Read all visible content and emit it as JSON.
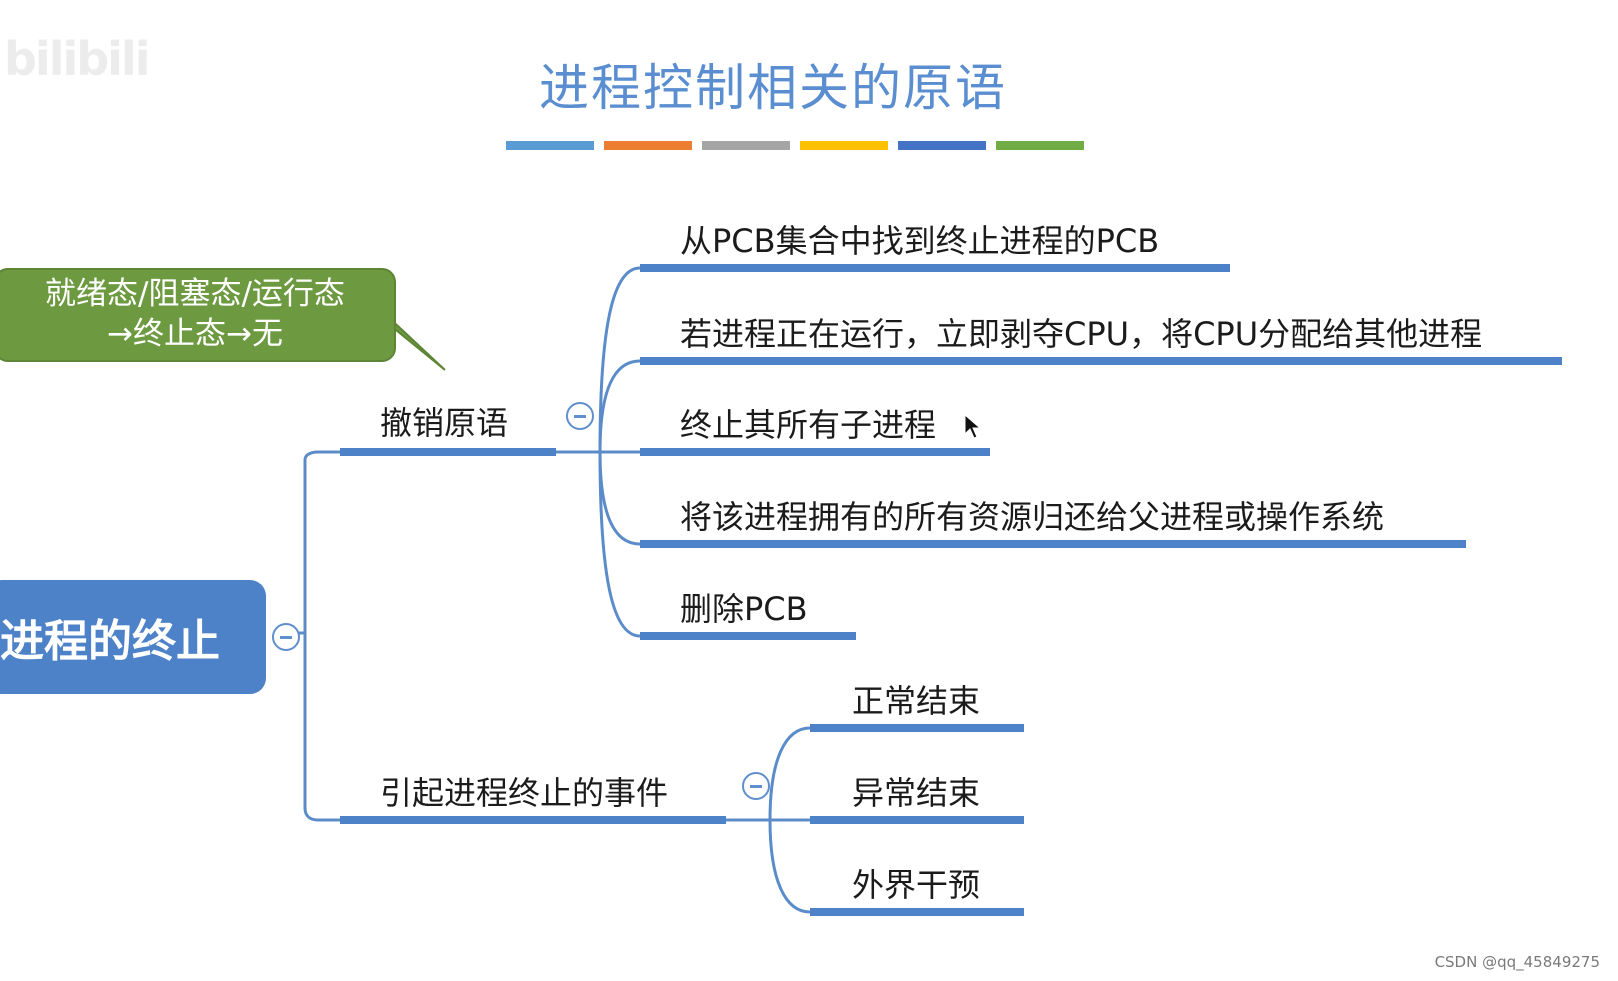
{
  "title": "进程控制相关的原语",
  "title_bar_colors": [
    "#5b9bd5",
    "#ed7d31",
    "#a5a5a5",
    "#ffc000",
    "#4472c4",
    "#70ad47"
  ],
  "watermark": "bilibili",
  "callout": {
    "line1": "就绪态/阻塞态/运行态",
    "line2": "→终止态→无",
    "color": "#6d9a41"
  },
  "root": {
    "label": "进程的终止",
    "color": "#4e82c8"
  },
  "branches": {
    "revoke": {
      "label": "撤销原语",
      "items": [
        "从PCB集合中找到终止进程的PCB",
        "若进程正在运行，立即剥夺CPU，将CPU分配给其他进程",
        "终止其所有子进程",
        "将该进程拥有的所有资源归还给父进程或操作系统",
        "删除PCB"
      ]
    },
    "events": {
      "label": "引起进程终止的事件",
      "items": [
        "正常结束",
        "异常结束",
        "外界干预"
      ]
    }
  },
  "line_color": "#5b8cc9",
  "credit": "CSDN @qq_45849275"
}
